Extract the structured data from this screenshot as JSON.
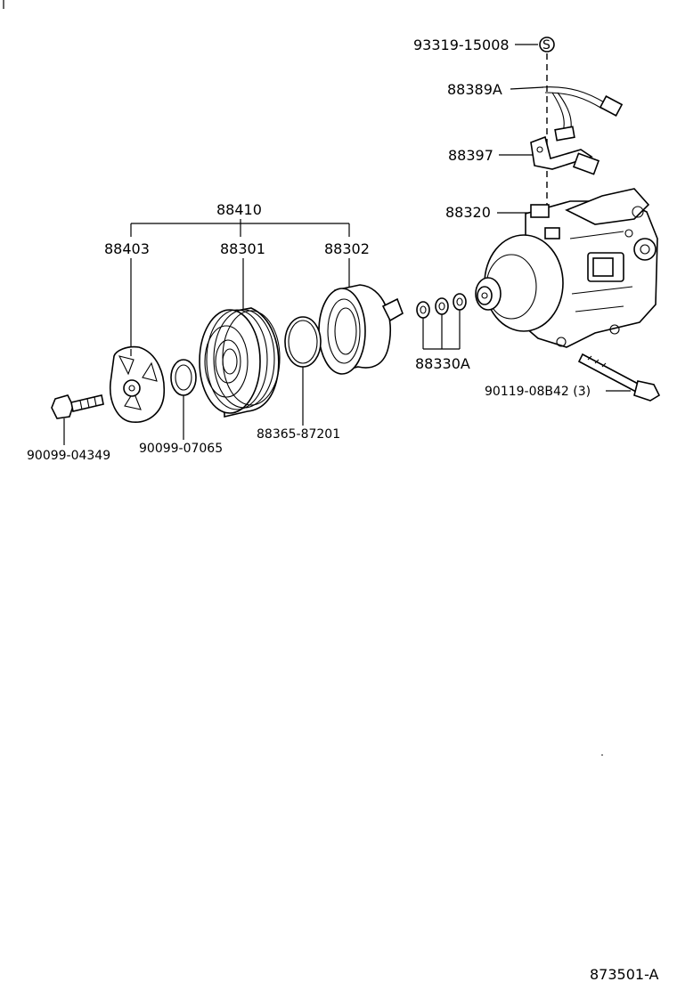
{
  "diagram": {
    "footer_code": "873501-A",
    "labels": {
      "p93319": "93319-15008",
      "s_mark": "S",
      "p88389A": "88389A",
      "p88397": "88397",
      "p88320": "88320",
      "p88410": "88410",
      "p88403": "88403",
      "p88301": "88301",
      "p88302": "88302",
      "p88330A": "88330A",
      "p90119": "90119-08B42 (3)",
      "p90099a": "90099-04349",
      "p90099b": "90099-07065",
      "p88365": "88365-87201"
    }
  }
}
